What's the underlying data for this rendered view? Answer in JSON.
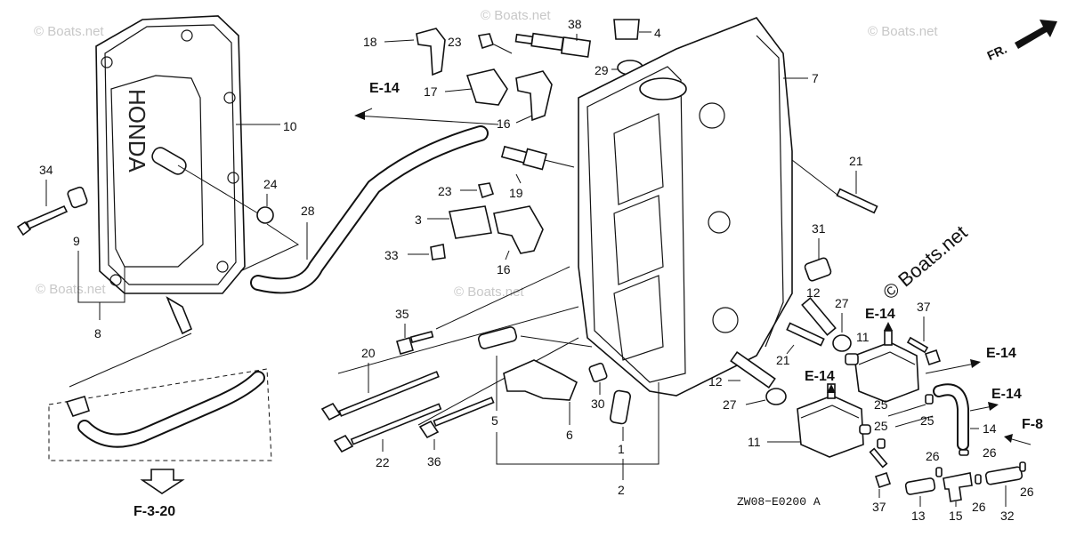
{
  "diagram": {
    "drawing_code": "ZW08−E0200 A",
    "brand_on_cover": "HONDA",
    "front_indicator": "FR.",
    "section_refs": {
      "e14_top": "E-14",
      "e14_mid_a": "E-14",
      "e14_mid_b": "E-14",
      "e14_right_a": "E-14",
      "e14_right_b": "E-14",
      "f8": "F-8",
      "f320": "F-3-20"
    },
    "watermarks": {
      "small": "© Boats.net",
      "large": "© Boats.net"
    },
    "callouts": {
      "n1": "1",
      "n2": "2",
      "n3": "3",
      "n4": "4",
      "n5": "5",
      "n6": "6",
      "n7": "7",
      "n8": "8",
      "n9": "9",
      "n10": "10",
      "n11a": "11",
      "n11b": "11",
      "n12a": "12",
      "n12b": "12",
      "n13": "13",
      "n14": "14",
      "n15": "15",
      "n16a": "16",
      "n16b": "16",
      "n17": "17",
      "n18": "18",
      "n19": "19",
      "n20": "20",
      "n21a": "21",
      "n21b": "21",
      "n22": "22",
      "n23a": "23",
      "n23b": "23",
      "n24": "24",
      "n25a": "25",
      "n25b": "25",
      "n25c": "25",
      "n26a": "26",
      "n26b": "26",
      "n26c": "26",
      "n26d": "26",
      "n27a": "27",
      "n27b": "27",
      "n28": "28",
      "n29": "29",
      "n30": "30",
      "n31": "31",
      "n32": "32",
      "n33": "33",
      "n34": "34",
      "n35": "35",
      "n36": "36",
      "n37a": "37",
      "n37b": "37",
      "n38": "38"
    }
  }
}
